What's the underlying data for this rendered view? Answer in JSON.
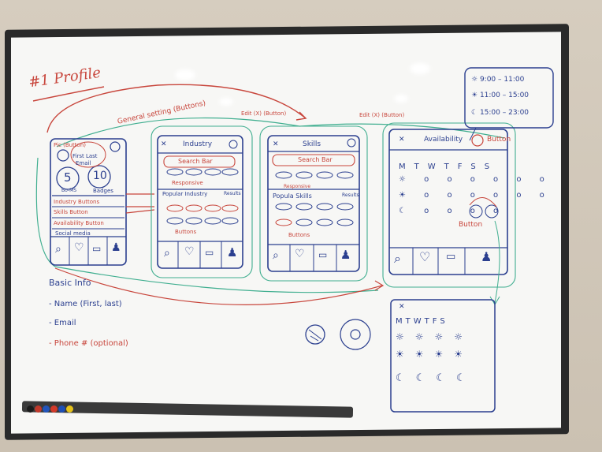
{
  "title": "#1 Profile",
  "profile_screen": {
    "pic_label": "Pic (Button)",
    "name_line": "First Last",
    "email_line": "Email",
    "count_left": "5",
    "count_right": "10",
    "count_left_label": "Bo-MS",
    "count_right_label": "Badges",
    "industry_row": "Industry Buttons",
    "skills_row": "Skills Button",
    "availability_row": "Availability Button",
    "social_row": "Social media"
  },
  "general_note": "General setting (Buttons)",
  "industry_screen": {
    "header": "Industry",
    "edit_note": "Edit (X) (Button)",
    "search": "Search Bar",
    "responsive": "Responsive",
    "popular": "Popular Industry",
    "results": "Results",
    "buttons": "Buttons"
  },
  "skills_screen": {
    "header": "Skills",
    "edit_note": "Edit (X) (Button)",
    "search": "Search Bar",
    "responsive": "Responsive",
    "popular": "Popula Skills",
    "results": "Results",
    "buttons": "Buttons"
  },
  "availability_screen": {
    "header": "Availability",
    "button_note": "Button",
    "button_note_2": "Button",
    "days": [
      "M",
      "T",
      "W",
      "T",
      "F",
      "S",
      "S"
    ]
  },
  "times": [
    "9:00 – 11:00",
    "11:00 – 15:00",
    "15:00 – 23:00"
  ],
  "availability_small": {
    "days": [
      "M",
      "T",
      "W",
      "T",
      "F",
      "S"
    ]
  },
  "basic_info": {
    "heading": "Basic Info",
    "items": [
      "- Name (First, last)",
      "- Email",
      "- Phone # (optional)"
    ]
  },
  "colors": {
    "ink_blue": "#2b3f8f",
    "ink_red": "#c8463c",
    "ink_green": "#3fae8f",
    "board": "#f7f7f5"
  }
}
